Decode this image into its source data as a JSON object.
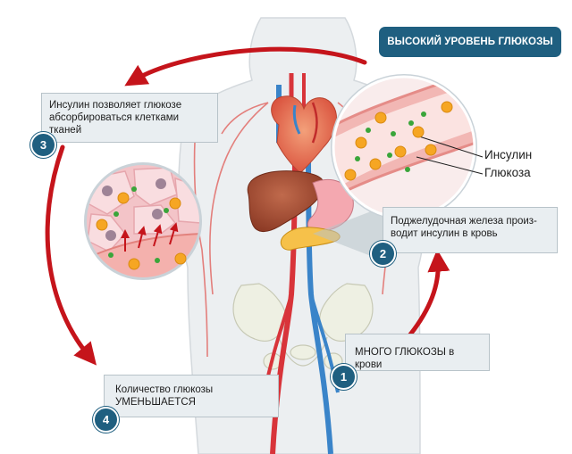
{
  "title": "ВЫСОКИЙ УРОВЕНЬ ГЛЮКОЗЫ",
  "steps": [
    {
      "number": "1",
      "lines": [
        "МНОГО ГЛЮКОЗЫ в крови"
      ]
    },
    {
      "number": "2",
      "lines": [
        "Поджелудочная железа произ-",
        "водит инсулин в кровь"
      ]
    },
    {
      "number": "3",
      "lines": [
        "Инсулин позволяет глюкозе",
        "абсорбироваться клетками",
        "тканей"
      ]
    },
    {
      "number": "4",
      "lines": [
        "Количество глюкозы",
        "УМЕНЬШАЕТСЯ"
      ]
    }
  ],
  "legend": {
    "insulin": "Инсулин",
    "glucose": "Глюкоза"
  },
  "colors": {
    "badge": "#1f5f80",
    "arrow": "#c5141b",
    "insulin_dot": "#3aa53a",
    "glucose_dot": "#f6a623",
    "vessel": "#e98f8c",
    "cell": "#f6ccd0"
  }
}
